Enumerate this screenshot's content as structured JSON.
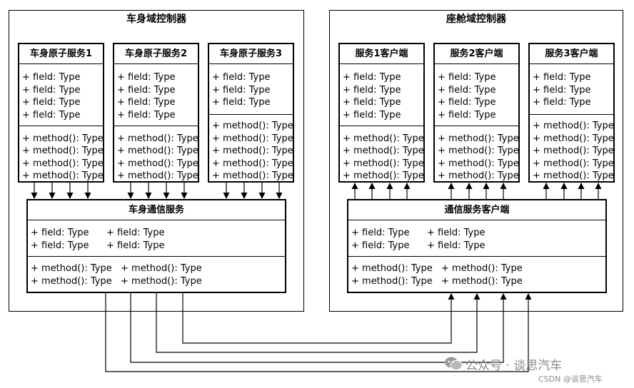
{
  "body_controller": {
    "title": "车身域控制器",
    "atomic_services": [
      {
        "name": "车身原子服务1",
        "fields": [
          "+ field: Type",
          "+ field: Type",
          "+ field: Type",
          "+ field: Type"
        ],
        "methods": [
          "+ method(): Type",
          "+ method(): Type",
          "+ method(): Type",
          "+ method(): Type"
        ]
      },
      {
        "name": "车身原子服务2",
        "fields": [
          "+ field: Type",
          "+ field: Type",
          "+ field: Type",
          "+ field: Type"
        ],
        "methods": [
          "+ method(): Type",
          "+ method(): Type",
          "+ method(): Type",
          "+ method(): Type"
        ]
      },
      {
        "name": "车身原子服务3",
        "fields": [
          "+ field: Type",
          "+ field: Type",
          "+ field: Type"
        ],
        "methods": [
          "+ method(): Type",
          "+ method(): Type",
          "+ method(): Type",
          "+ method(): Type",
          "+ method(): Type"
        ]
      }
    ],
    "comm_service": {
      "name": "车身通信服务",
      "fields": [
        "+ field: Type",
        "+ field: Type",
        "+ field: Type",
        "+ field: Type"
      ],
      "methods": [
        "+ method(): Type",
        "+ method(): Type",
        "+ method(): Type",
        "+ method(): Type"
      ]
    }
  },
  "cockpit_controller": {
    "title": "座舱域控制器",
    "client_services": [
      {
        "name": "服务1客户端",
        "fields": [
          "+ field: Type",
          "+ field: Type",
          "+ field: Type",
          "+ field: Type"
        ],
        "methods": [
          "+ method(): Type",
          "+ method(): Type",
          "+ method(): Type",
          "+ method(): Type"
        ]
      },
      {
        "name": "服务2客户端",
        "fields": [
          "+ field: Type",
          "+ field: Type",
          "+ field: Type",
          "+ field: Type"
        ],
        "methods": [
          "+ method(): Type",
          "+ method(): Type",
          "+ method(): Type",
          "+ method(): Type"
        ]
      },
      {
        "name": "服务3客户端",
        "fields": [
          "+ field: Type",
          "+ field: Type",
          "+ field: Type"
        ],
        "methods": [
          "+ method(): Type",
          "+ method(): Type",
          "+ method(): Type",
          "+ method(): Type",
          "+ method(): Type"
        ]
      }
    ],
    "comm_client": {
      "name": "通信服务客户端",
      "fields": [
        "+ field: Type",
        "+ field: Type",
        "+ field: Type",
        "+ field: Type"
      ],
      "methods": [
        "+ method(): Type",
        "+ method(): Type",
        "+ method(): Type",
        "+ method(): Type"
      ]
    }
  },
  "watermark": {
    "main": "公众号 · 谈思汽车",
    "sub": "CSDN @谈思汽车"
  },
  "colors": {
    "line": "#000000",
    "background": "#ffffff",
    "watermark": "#8a8a8a"
  }
}
